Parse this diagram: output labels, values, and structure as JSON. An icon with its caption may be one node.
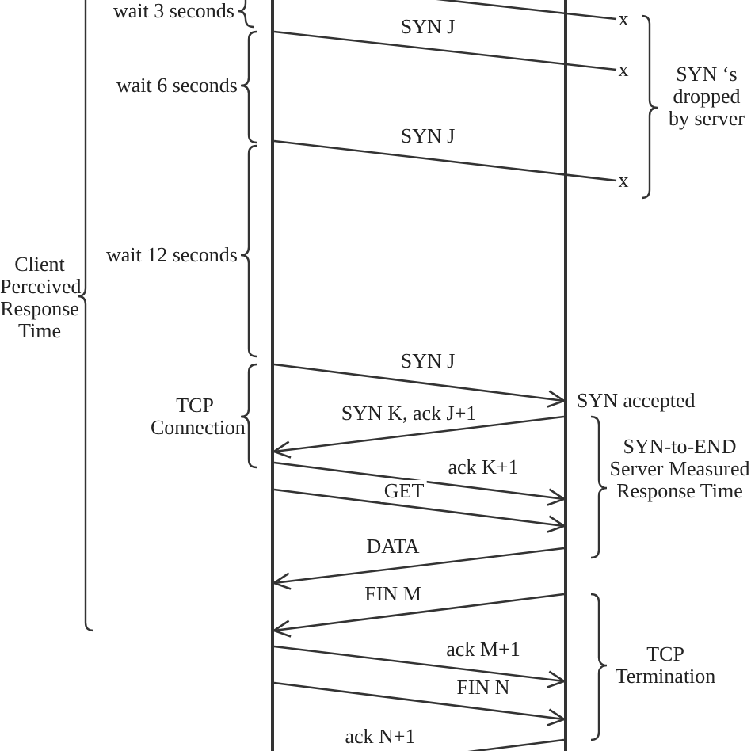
{
  "diagram": {
    "nodes": [
      {
        "text": [],
        "shape": "bar"
      },
      {
        "text": [],
        "shape": "bar"
      },
      {
        "text": [
          "x"
        ]
      },
      {
        "text": [
          "x"
        ]
      },
      {
        "text": [
          "x"
        ]
      }
    ],
    "edges": [
      {
        "from": 0,
        "to": 2,
        "arrow": "none"
      },
      {
        "from": 0,
        "to": 3,
        "arrow": "none",
        "label": "SYN J"
      },
      {
        "from": 0,
        "to": 4,
        "arrow": "none",
        "label": "SYN J"
      },
      {
        "from": 0,
        "to": 1,
        "arrow": "to",
        "label": "SYN J"
      },
      {
        "from": 1,
        "to": 0,
        "arrow": "to",
        "label": "SYN K, ack J+1"
      },
      {
        "from": 0,
        "to": 1,
        "arrow": "to",
        "label": "ack K+1"
      },
      {
        "from": 0,
        "to": 1,
        "arrow": "to",
        "label": "GET"
      },
      {
        "from": 1,
        "to": 0,
        "arrow": "to",
        "label": "DATA"
      },
      {
        "from": 1,
        "to": 0,
        "arrow": "to",
        "label": "FIN M"
      },
      {
        "from": 0,
        "to": 1,
        "arrow": "to",
        "label": "ack M+1"
      },
      {
        "from": 0,
        "to": 1,
        "arrow": "to",
        "label": "FIN N"
      },
      {
        "from": 1,
        "to": 0,
        "arrow": "to",
        "label": "ack N+1"
      }
    ],
    "labels": [
      "wait 3 seconds",
      "wait 6 seconds",
      "SYN ‘s dropped by server",
      "Client Perceived Response Time",
      "wait 12 seconds",
      "TCP Connection",
      "SYN accepted",
      "SYN-to-END Server Measured Response Time",
      "TCP Termination"
    ]
  }
}
